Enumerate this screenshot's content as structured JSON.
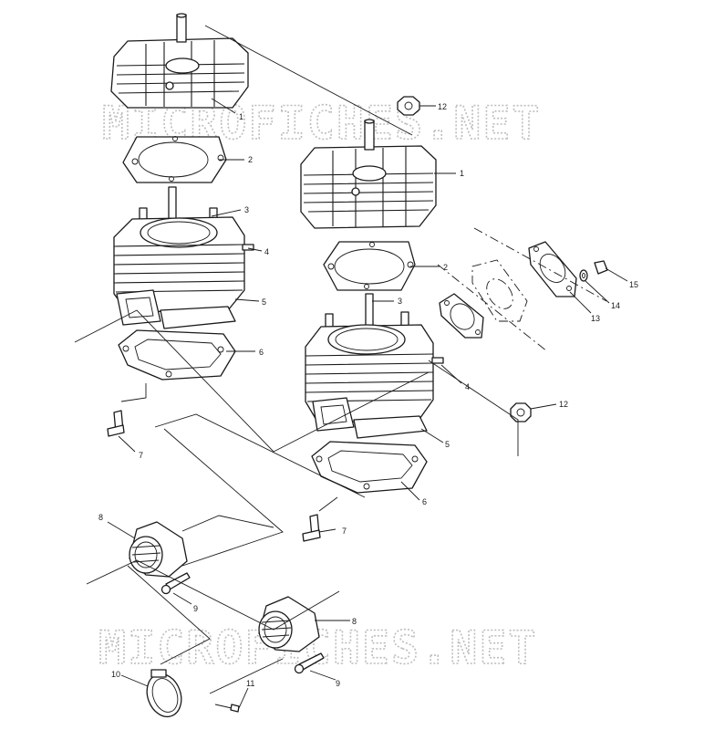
{
  "watermark": "MICROFICHES.NET",
  "callouts": {
    "head_l": "1",
    "gasket_head_l": "2",
    "stud_l": "3",
    "stud_side_l": "4",
    "cylinder_l": "5",
    "gasket_base_l": "6",
    "fitting_l": "7",
    "nut_top": "12",
    "head_r": "1",
    "gasket_head_r": "2",
    "stud_r": "3",
    "stud_side_r": "4",
    "cylinder_r": "5",
    "gasket_base_r": "6",
    "fitting_r": "7",
    "nut_right": "12",
    "flange_gasket": "13",
    "washer": "14",
    "nut_small": "15",
    "boot_top": "8",
    "bolt_top": "9",
    "boot_bottom": "8",
    "bolt_bottom": "9",
    "clamp": "10",
    "screw": "11"
  }
}
